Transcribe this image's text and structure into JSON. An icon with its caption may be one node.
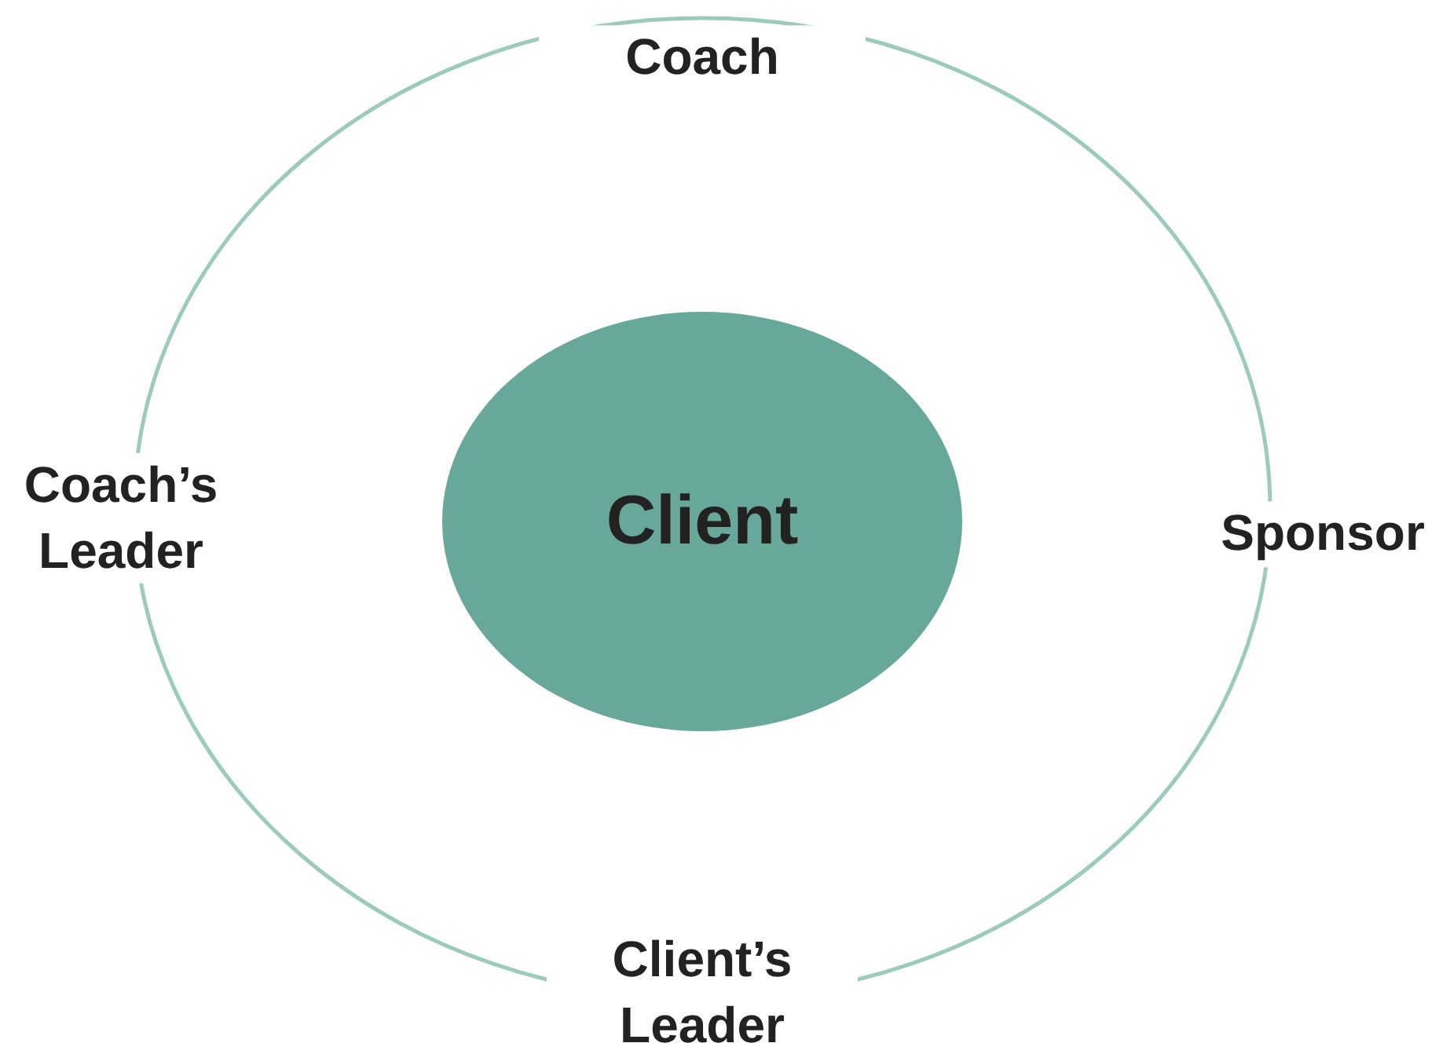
{
  "diagram": {
    "nodes": [
      {
        "text": [],
        "shape": "circle"
      },
      {
        "text": [
          "Client"
        ],
        "in": 0
      }
    ],
    "edges": [],
    "labels": [
      "Coach",
      "Coach’s Leader",
      "Sponsor",
      "Client’s Leader"
    ]
  }
}
